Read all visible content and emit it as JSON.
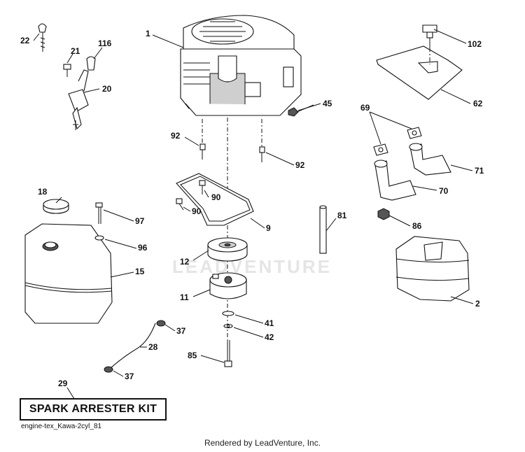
{
  "callouts": [
    {
      "id": "1",
      "text": "1"
    },
    {
      "id": "2",
      "text": "2"
    },
    {
      "id": "9",
      "text": "9"
    },
    {
      "id": "11",
      "text": "11"
    },
    {
      "id": "12",
      "text": "12"
    },
    {
      "id": "15",
      "text": "15"
    },
    {
      "id": "18",
      "text": "18"
    },
    {
      "id": "20",
      "text": "20"
    },
    {
      "id": "21",
      "text": "21"
    },
    {
      "id": "22",
      "text": "22"
    },
    {
      "id": "28",
      "text": "28"
    },
    {
      "id": "29",
      "text": "29"
    },
    {
      "id": "37a",
      "text": "37"
    },
    {
      "id": "37b",
      "text": "37"
    },
    {
      "id": "41",
      "text": "41"
    },
    {
      "id": "42",
      "text": "42"
    },
    {
      "id": "45",
      "text": "45"
    },
    {
      "id": "62",
      "text": "62"
    },
    {
      "id": "69",
      "text": "69"
    },
    {
      "id": "70",
      "text": "70"
    },
    {
      "id": "71",
      "text": "71"
    },
    {
      "id": "81",
      "text": "81"
    },
    {
      "id": "85",
      "text": "85"
    },
    {
      "id": "86",
      "text": "86"
    },
    {
      "id": "90a",
      "text": "90"
    },
    {
      "id": "90b",
      "text": "90"
    },
    {
      "id": "92a",
      "text": "92"
    },
    {
      "id": "92b",
      "text": "92"
    },
    {
      "id": "96",
      "text": "96"
    },
    {
      "id": "97",
      "text": "97"
    },
    {
      "id": "102",
      "text": "102"
    },
    {
      "id": "116",
      "text": "116"
    }
  ],
  "kit_label": "SPARK ARRESTER KIT",
  "figure_id": "engine-tex_Kawa-2cyl_81",
  "footer": "Rendered by LeadVenture, Inc.",
  "watermark": "LEADVENTURE"
}
